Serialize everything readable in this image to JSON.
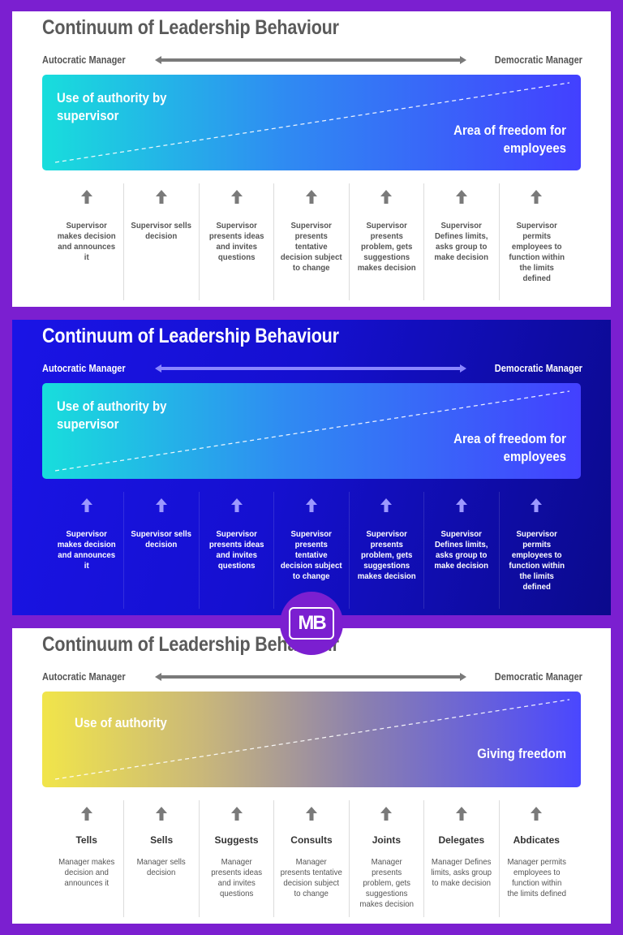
{
  "slides": [
    {
      "title": "Continuum of Leadership Behaviour",
      "left_label": "Autocratic Manager",
      "right_label": "Democratic Manager",
      "band_top_left": "Use of authority by supervisor",
      "band_bottom_right": "Area of freedom for employees",
      "columns": [
        {
          "desc": "Supervisor makes decision and announces it"
        },
        {
          "desc": "Supervisor sells decision"
        },
        {
          "desc": "Supervisor presents ideas and invites questions"
        },
        {
          "desc": "Supervisor presents tentative decision subject to change"
        },
        {
          "desc": "Supervisor presents problem, gets suggestions makes decision"
        },
        {
          "desc": "Supervisor Defines limits, asks group to make decision"
        },
        {
          "desc": "Supervisor permits employees to function within the limits defined"
        }
      ]
    },
    {
      "title": "Continuum of Leadership Behaviour",
      "left_label": "Autocratic Manager",
      "right_label": "Democratic Manager",
      "band_top_left": "Use of authority by supervisor",
      "band_bottom_right": "Area of freedom for employees",
      "columns": [
        {
          "desc": "Supervisor makes decision and announces it"
        },
        {
          "desc": "Supervisor sells decision"
        },
        {
          "desc": "Supervisor presents ideas and invites questions"
        },
        {
          "desc": "Supervisor presents tentative decision subject to change"
        },
        {
          "desc": "Supervisor presents problem, gets suggestions makes decision"
        },
        {
          "desc": "Supervisor Defines limits, asks group to make decision"
        },
        {
          "desc": "Supervisor permits employees to function within the limits defined"
        }
      ]
    },
    {
      "title": "Continuum of Leadership Behaviour",
      "left_label": "Autocratic Manager",
      "right_label": "Democratic Manager",
      "band_top_left": "Use of authority",
      "band_bottom_right": "Giving freedom",
      "columns": [
        {
          "head": "Tells",
          "desc": "Manager makes decision and announces it"
        },
        {
          "head": "Sells",
          "desc": "Manager sells decision"
        },
        {
          "head": "Suggests",
          "desc": "Manager presents ideas and invites questions"
        },
        {
          "head": "Consults",
          "desc": "Manager presents tentative decision subject to change"
        },
        {
          "head": "Joints",
          "desc": "Manager presents problem, gets suggestions makes decision"
        },
        {
          "head": "Delegates",
          "desc": "Manager Defines limits, asks group to make decision"
        },
        {
          "head": "Abdicates",
          "desc": "Manager permits employees to function within the limits defined"
        }
      ]
    }
  ],
  "logo": {
    "text": "MB"
  },
  "colors": {
    "background": "#7b1fd0",
    "band_blue_start": "#18dedc",
    "band_blue_end": "#4340ff",
    "band_yellow_start": "#f1e54a",
    "dark_slide": "#1a14e6"
  }
}
